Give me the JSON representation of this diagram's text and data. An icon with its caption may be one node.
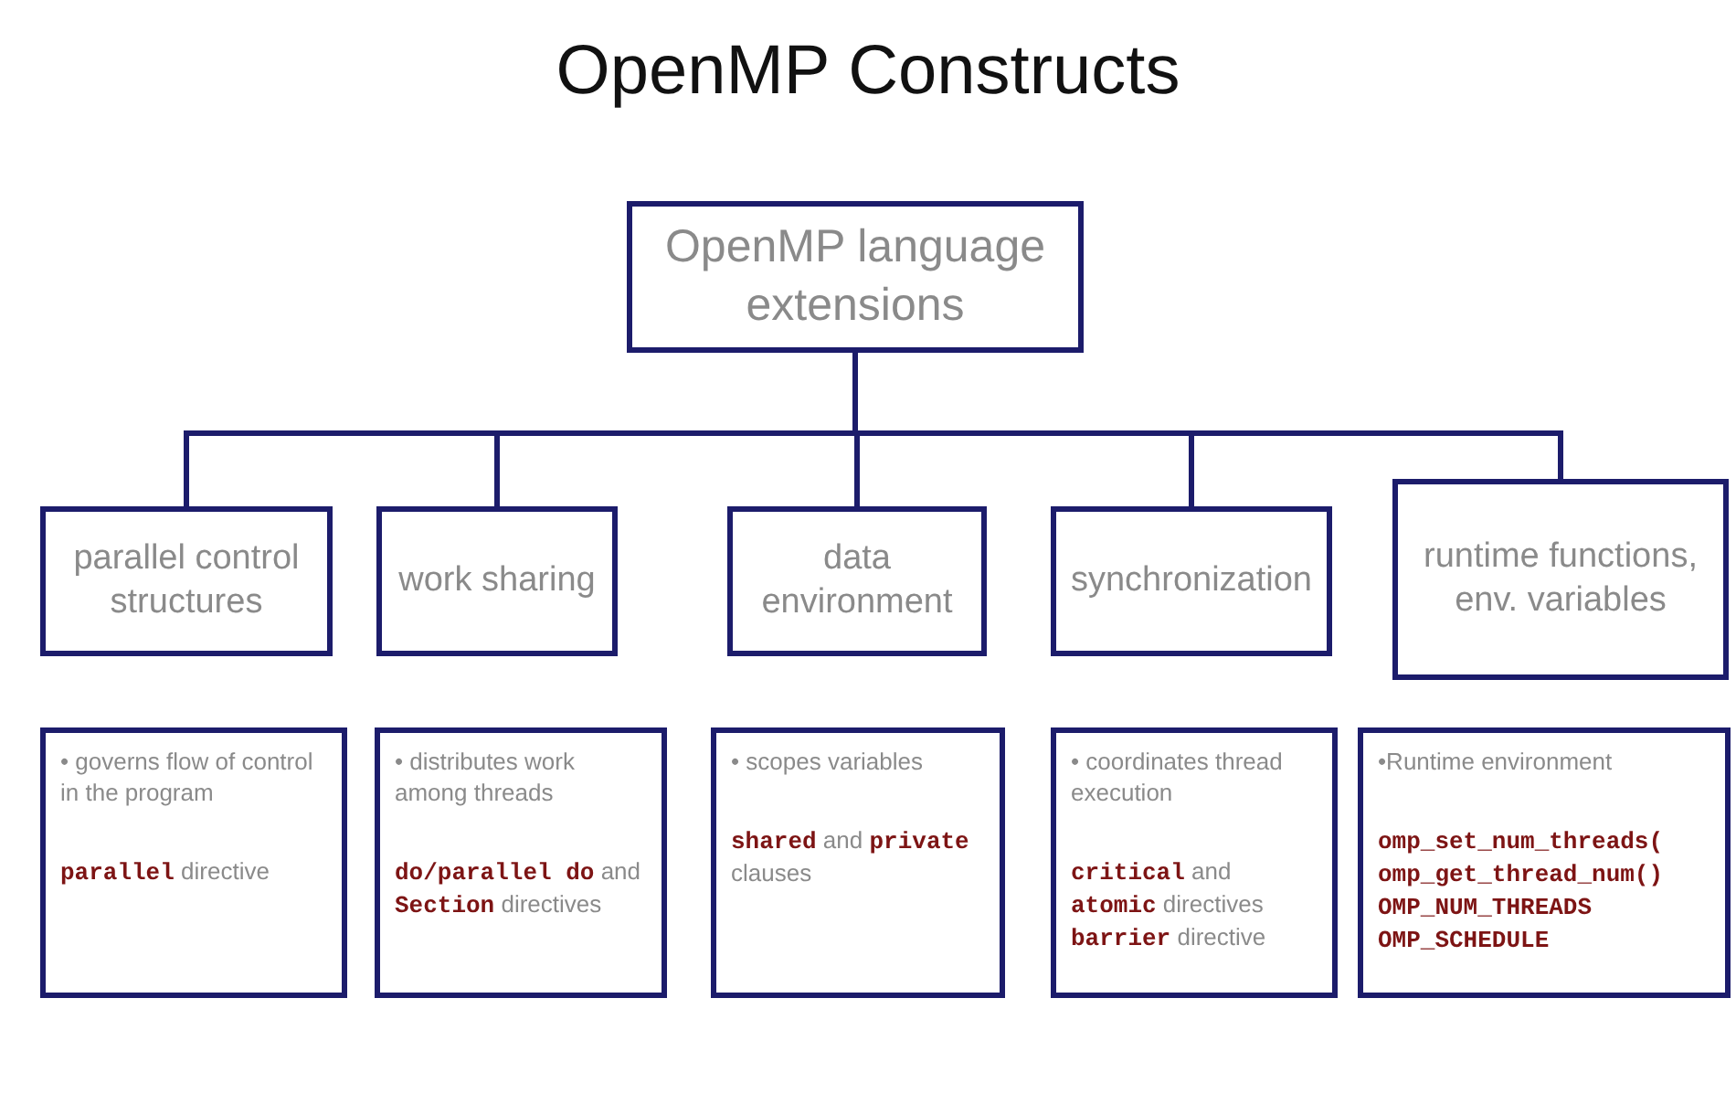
{
  "diagram": {
    "title": "OpenMP Constructs",
    "nodes": [
      {
        "text": [
          "OpenMP language extensions"
        ]
      },
      {
        "text": [
          "parallel control structures"
        ]
      },
      {
        "text": [
          "work sharing"
        ]
      },
      {
        "text": [
          "data environment"
        ]
      },
      {
        "text": [
          "synchronization"
        ]
      },
      {
        "text": [
          "runtime functions, env. variables"
        ]
      },
      {
        "text": [
          "• governs flow of control in the program",
          "**parallel** directive"
        ]
      },
      {
        "text": [
          "• distributes work among threads",
          "**do/parallel do** and **Section** directives"
        ]
      },
      {
        "text": [
          "• scopes variables",
          "**shared** and **private** clauses"
        ]
      },
      {
        "text": [
          "• coordinates thread execution",
          "**critical** and **atomic** directives **barrier** directive"
        ]
      },
      {
        "text": [
          "•Runtime environment",
          "**omp_set_num_threads(**",
          "**omp_get_thread_num()**",
          "**OMP_NUM_THREADS**",
          "**OMP_SCHEDULE**"
        ]
      }
    ],
    "edges": [
      {
        "from": 0,
        "to": 1,
        "arrow": "none"
      },
      {
        "from": 0,
        "to": 2,
        "arrow": "none"
      },
      {
        "from": 0,
        "to": 3,
        "arrow": "none"
      },
      {
        "from": 0,
        "to": 4,
        "arrow": "none"
      },
      {
        "from": 0,
        "to": 5,
        "arrow": "none"
      }
    ]
  }
}
